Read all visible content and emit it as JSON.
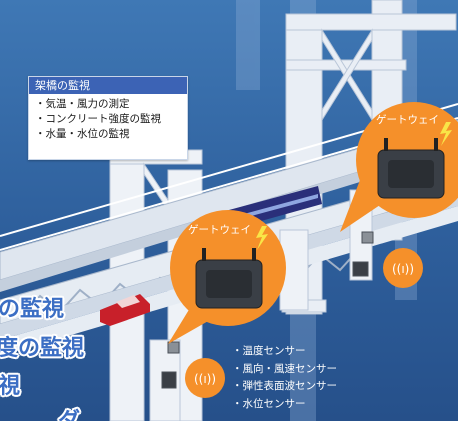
{
  "info_box": {
    "title": "架橋の監視",
    "items": [
      "・気温・風力の測定",
      "・コンクリート強度の監視",
      "・水量・水位の監視"
    ]
  },
  "gateways": [
    {
      "label": "ゲートウェイ"
    },
    {
      "label": "ゲートウェイ"
    }
  ],
  "sensor_list": [
    "・温度センサー",
    "・風向・風速センサー",
    "・弾性表面波センサー",
    "・水位センサー"
  ],
  "overlay_text": [
    "の監視",
    "度の監視",
    "視",
    "ダ"
  ],
  "icons": [
    "wireless-signal-icon",
    "sensor-box-icon",
    "gateway-device-icon",
    "lightning-icon"
  ],
  "colors": {
    "background": "#2e5f9c",
    "callout": "#f5902a",
    "header": "#3c63b5",
    "overlay_text": "#3b6ec4",
    "car": "#c8202a",
    "train": "#2a2f7a"
  }
}
